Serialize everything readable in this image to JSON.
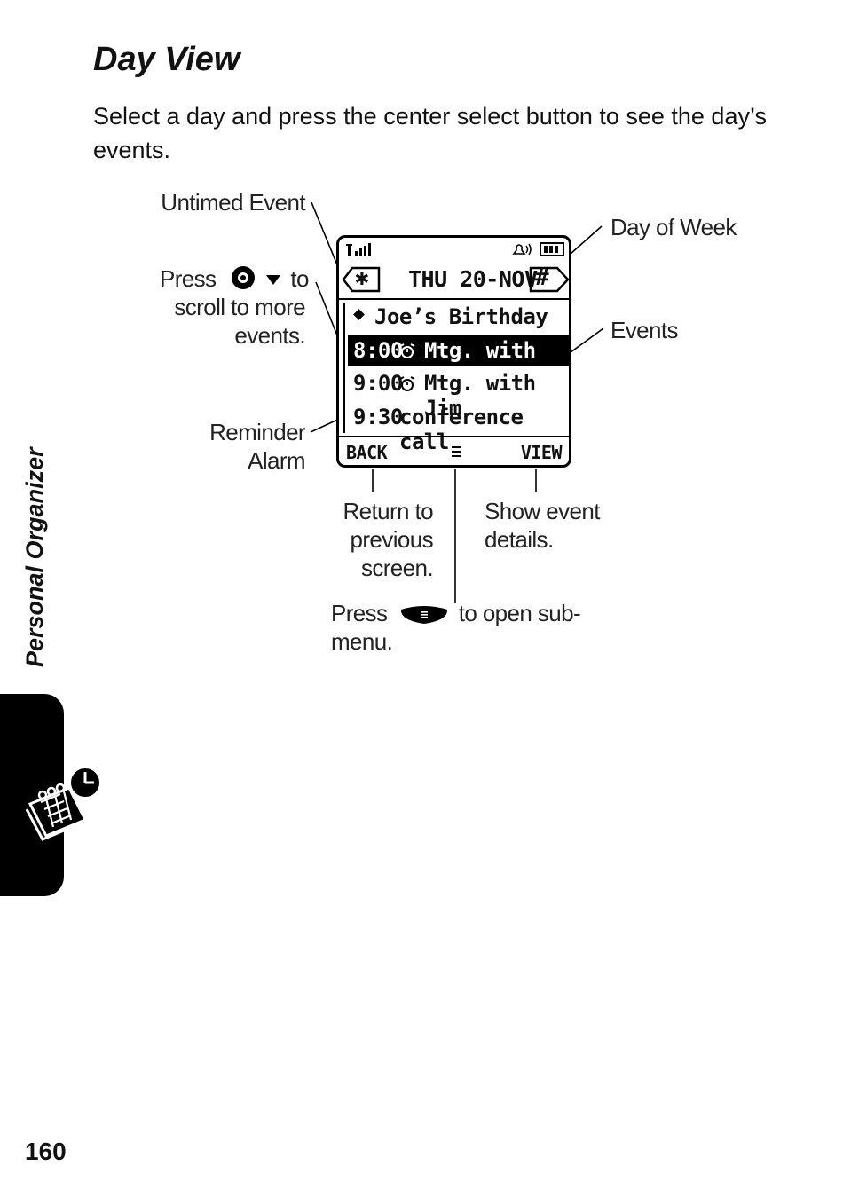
{
  "page": {
    "title": "Day View",
    "intro": "Select a day and press the center select button to see the day’s events.",
    "section_tab": "Personal Organizer",
    "page_number": "160"
  },
  "phone": {
    "header": "THU 20-NOV",
    "left_key_symbol": "✱",
    "right_key_symbol": "#",
    "events": [
      {
        "text": "Joe’s Birthday",
        "selected": false
      },
      {
        "time": "8:00",
        "text": "Mtg. with M...",
        "selected": true
      },
      {
        "time": "9:00",
        "text": "Mtg. with Jim",
        "selected": false
      },
      {
        "time": "9:30",
        "text": "conference call",
        "selected": false
      }
    ],
    "softkey_left": "BACK",
    "softkey_right": "VIEW"
  },
  "callouts": {
    "untimed_event": "Untimed Event",
    "day_of_week": "Day of Week",
    "press": "Press",
    "to": "to",
    "scroll_line2": "scroll to more",
    "scroll_line3": "events.",
    "events": "Events",
    "reminder_line1": "Reminder",
    "reminder_line2": "Alarm",
    "return_line1": "Return to",
    "return_line2": "previous",
    "return_line3": "screen.",
    "show_line1": "Show event",
    "show_line2": "details.",
    "menu_line1_end": "to open sub-",
    "menu_line2": "menu."
  }
}
